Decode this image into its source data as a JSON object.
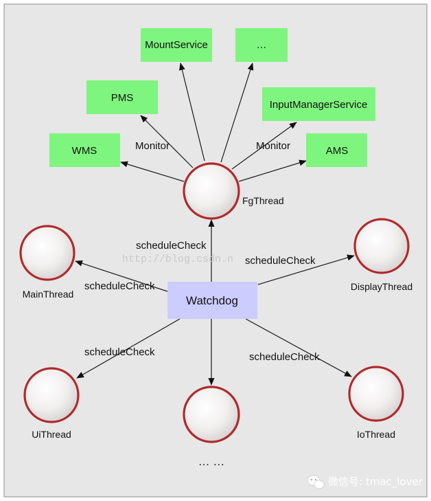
{
  "diagram": {
    "center": "Watchdog",
    "fg_thread": "FgThread",
    "threads": {
      "main": "MainThread",
      "display": "DisplayThread",
      "ui": "UiThread",
      "io": "IoThread",
      "more": "… …"
    },
    "services": {
      "mount": "MountService",
      "more": "…",
      "pms": "PMS",
      "input": "InputManagerService",
      "wms": "WMS",
      "ams": "AMS"
    },
    "edge_labels": {
      "monitor_left": "Monitor",
      "monitor_right": "Monitor",
      "check_fg": "scheduleCheck",
      "check_main": "scheduleCheck",
      "check_display": "scheduleCheck",
      "check_ui": "scheduleCheck",
      "check_io": "scheduleCheck"
    }
  },
  "watermark": "http://blog.csdn.n",
  "wechat_account": "微信号: tmac_lover",
  "colors": {
    "service_box": "#7ef57e",
    "watchdog_box": "#ccccff",
    "thread_ring": "#b02a2a"
  }
}
